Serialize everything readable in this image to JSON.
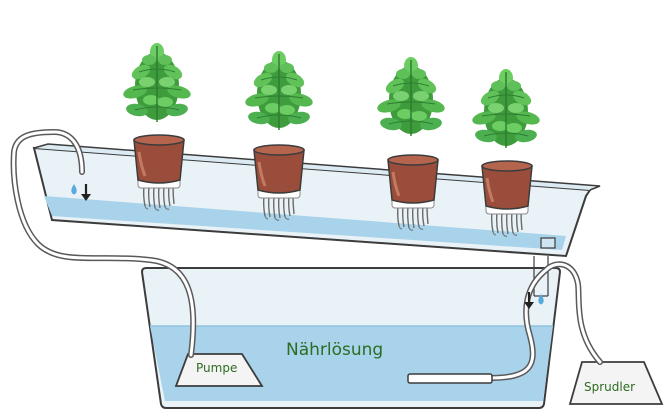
{
  "labels": {
    "solution": "Nährlösung",
    "pump": "Pumpe",
    "bubbler": "Sprudler"
  },
  "colors": {
    "outline": "#3c3c3c",
    "water": "#a9d3ea",
    "container": "#e9f2f7",
    "pot": "#9a4d3a",
    "leaf": "#4fb04a",
    "leaf_dark": "#2e7d32",
    "label": "#2f6b22"
  },
  "icons": [
    "down-arrow-icon",
    "water-drop-icon",
    "plant-icon",
    "pot-icon",
    "roots-icon"
  ]
}
